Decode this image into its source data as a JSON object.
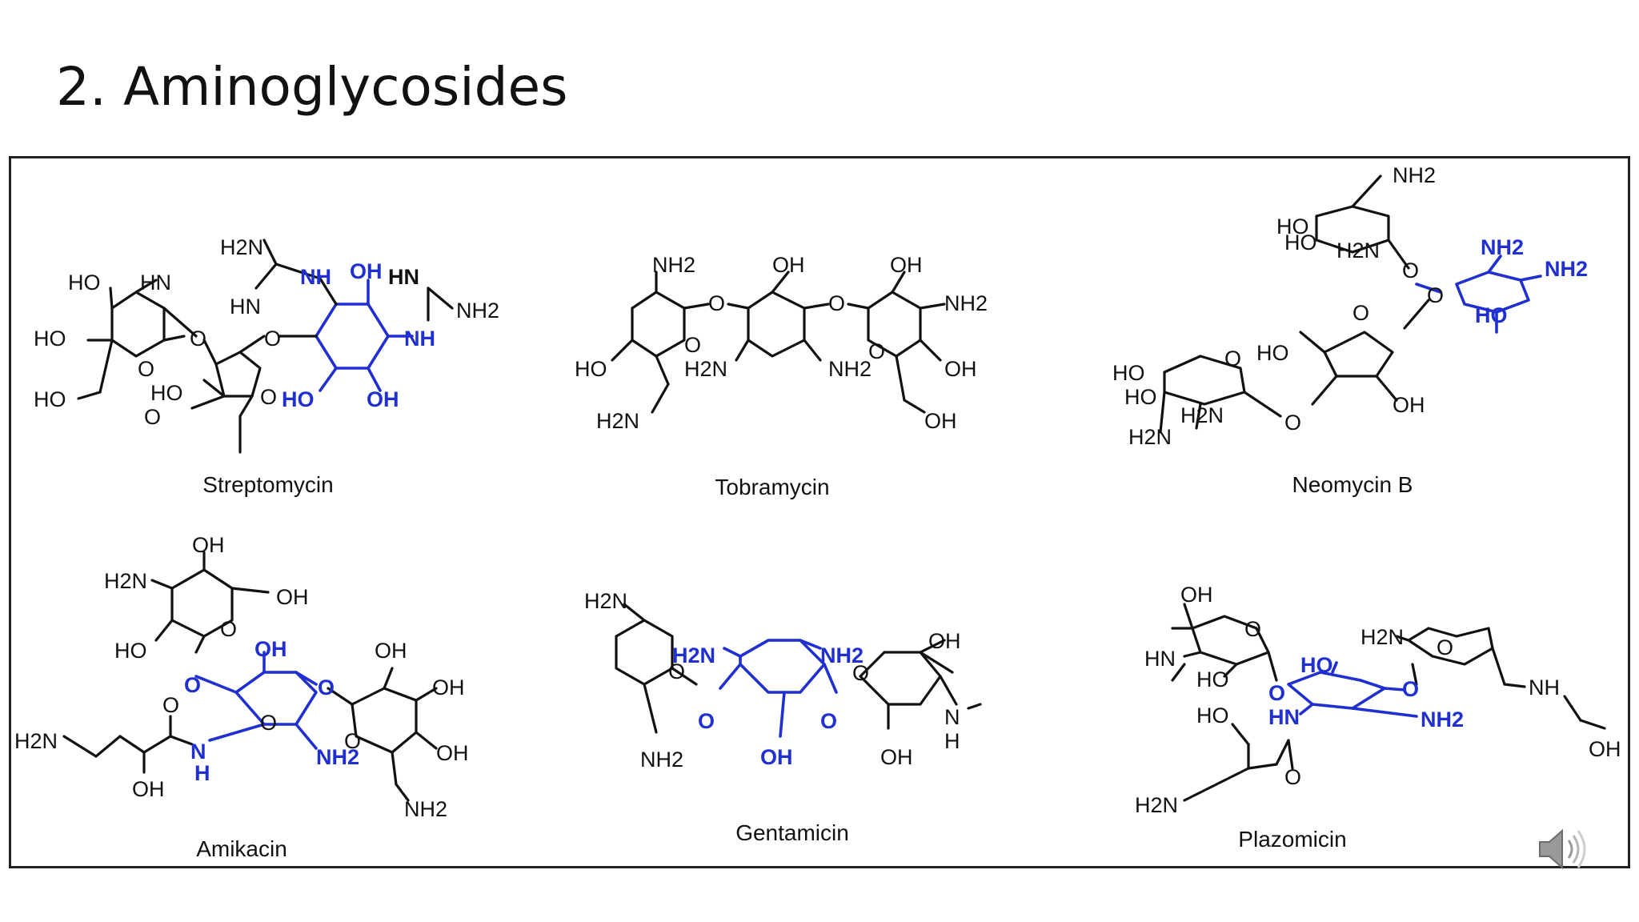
{
  "slide": {
    "title": "2. Aminoglycosides"
  },
  "molecules": [
    {
      "name": "Streptomycin",
      "labels": [
        "HO",
        "HN",
        "HO",
        "HO",
        "H2N",
        "HN",
        "NH",
        "OH",
        "HN",
        "NH2",
        "NH",
        "HO",
        "OH",
        "HO",
        "O",
        "O",
        "O",
        "O",
        "O"
      ]
    },
    {
      "name": "Tobramycin",
      "labels": [
        "NH2",
        "OH",
        "OH",
        "O",
        "O",
        "NH2",
        "HO",
        "H2N",
        "NH2",
        "OH",
        "H2N",
        "OH",
        "O",
        "O"
      ]
    },
    {
      "name": "Neomycin B",
      "labels": [
        "NH2",
        "HO",
        "HO",
        "H2N",
        "O",
        "NH2",
        "NH2",
        "O",
        "HO",
        "HO",
        "HO",
        "HO",
        "O",
        "O",
        "H2N",
        "H2N",
        "OH",
        "O"
      ]
    },
    {
      "name": "Amikacin",
      "labels": [
        "OH",
        "H2N",
        "OH",
        "HO",
        "O",
        "OH",
        "OH",
        "O",
        "O",
        "OH",
        "H2N",
        "O",
        "N",
        "H",
        "NH2",
        "O",
        "OH",
        "OH",
        "NH2",
        "O"
      ]
    },
    {
      "name": "Gentamicin",
      "labels": [
        "H2N",
        "H2N",
        "NH2",
        "OH",
        "O",
        "O",
        "O",
        "N",
        "H",
        "NH2",
        "OH",
        "OH",
        "O"
      ]
    },
    {
      "name": "Plazomicin",
      "labels": [
        "OH",
        "O",
        "HN",
        "HO",
        "H2N",
        "O",
        "HO",
        "O",
        "O",
        "NH",
        "HN",
        "NH2",
        "HO",
        "O",
        "OH",
        "H2N"
      ]
    }
  ],
  "colors": {
    "highlight": "#1f2fd0",
    "bond": "#111111",
    "frame": "#222222"
  },
  "icons": {
    "audio": "speaker-icon"
  }
}
